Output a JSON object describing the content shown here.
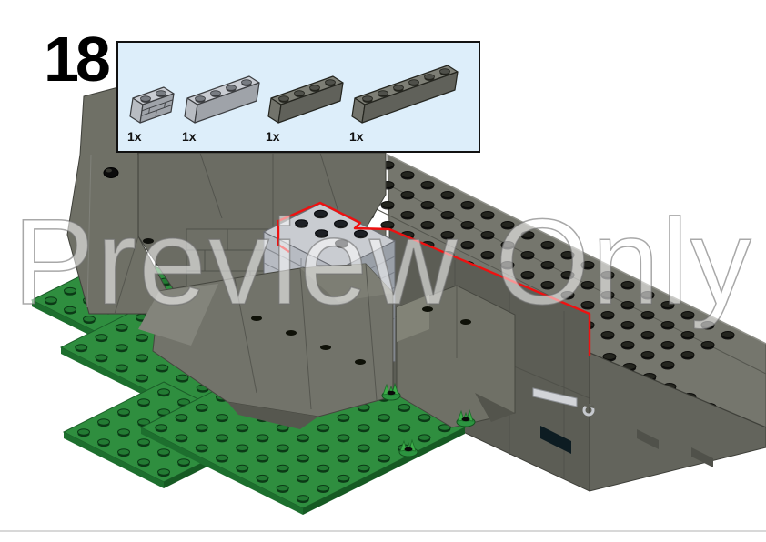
{
  "step": {
    "number": "18"
  },
  "watermark": {
    "text": "Preview Only"
  },
  "parts_box": {
    "parts": [
      {
        "qty": "1x",
        "name": "brick-1x2-masonry-light-gray",
        "icon": "brick-1x2-masonry-icon",
        "studs": 2,
        "color": "light",
        "masonry": true
      },
      {
        "qty": "1x",
        "name": "brick-1x4-light-gray",
        "icon": "brick-1x4-light-icon",
        "studs": 4,
        "color": "light",
        "masonry": false
      },
      {
        "qty": "1x",
        "name": "brick-1x4-dark-gray",
        "icon": "brick-1x4-dark-icon",
        "studs": 4,
        "color": "dark",
        "masonry": false
      },
      {
        "qty": "1x",
        "name": "brick-1x6-dark-gray",
        "icon": "brick-1x6-dark-icon",
        "studs": 6,
        "color": "dark",
        "masonry": false
      }
    ]
  },
  "colors": {
    "background": "#ffffff",
    "callout_bg": "#ddeefa",
    "callout_border": "#111111",
    "red_outline": "#ee1111",
    "baseplate_green": "#2f8e3f",
    "plant_green": "#3cae49",
    "wall_gray_top": "#75766d",
    "wall_gray_front": "#5c5d55",
    "rock_gray": "#6f7066",
    "tower_light_gray": "#b7bbc2",
    "divider": "#d8d8d8"
  }
}
